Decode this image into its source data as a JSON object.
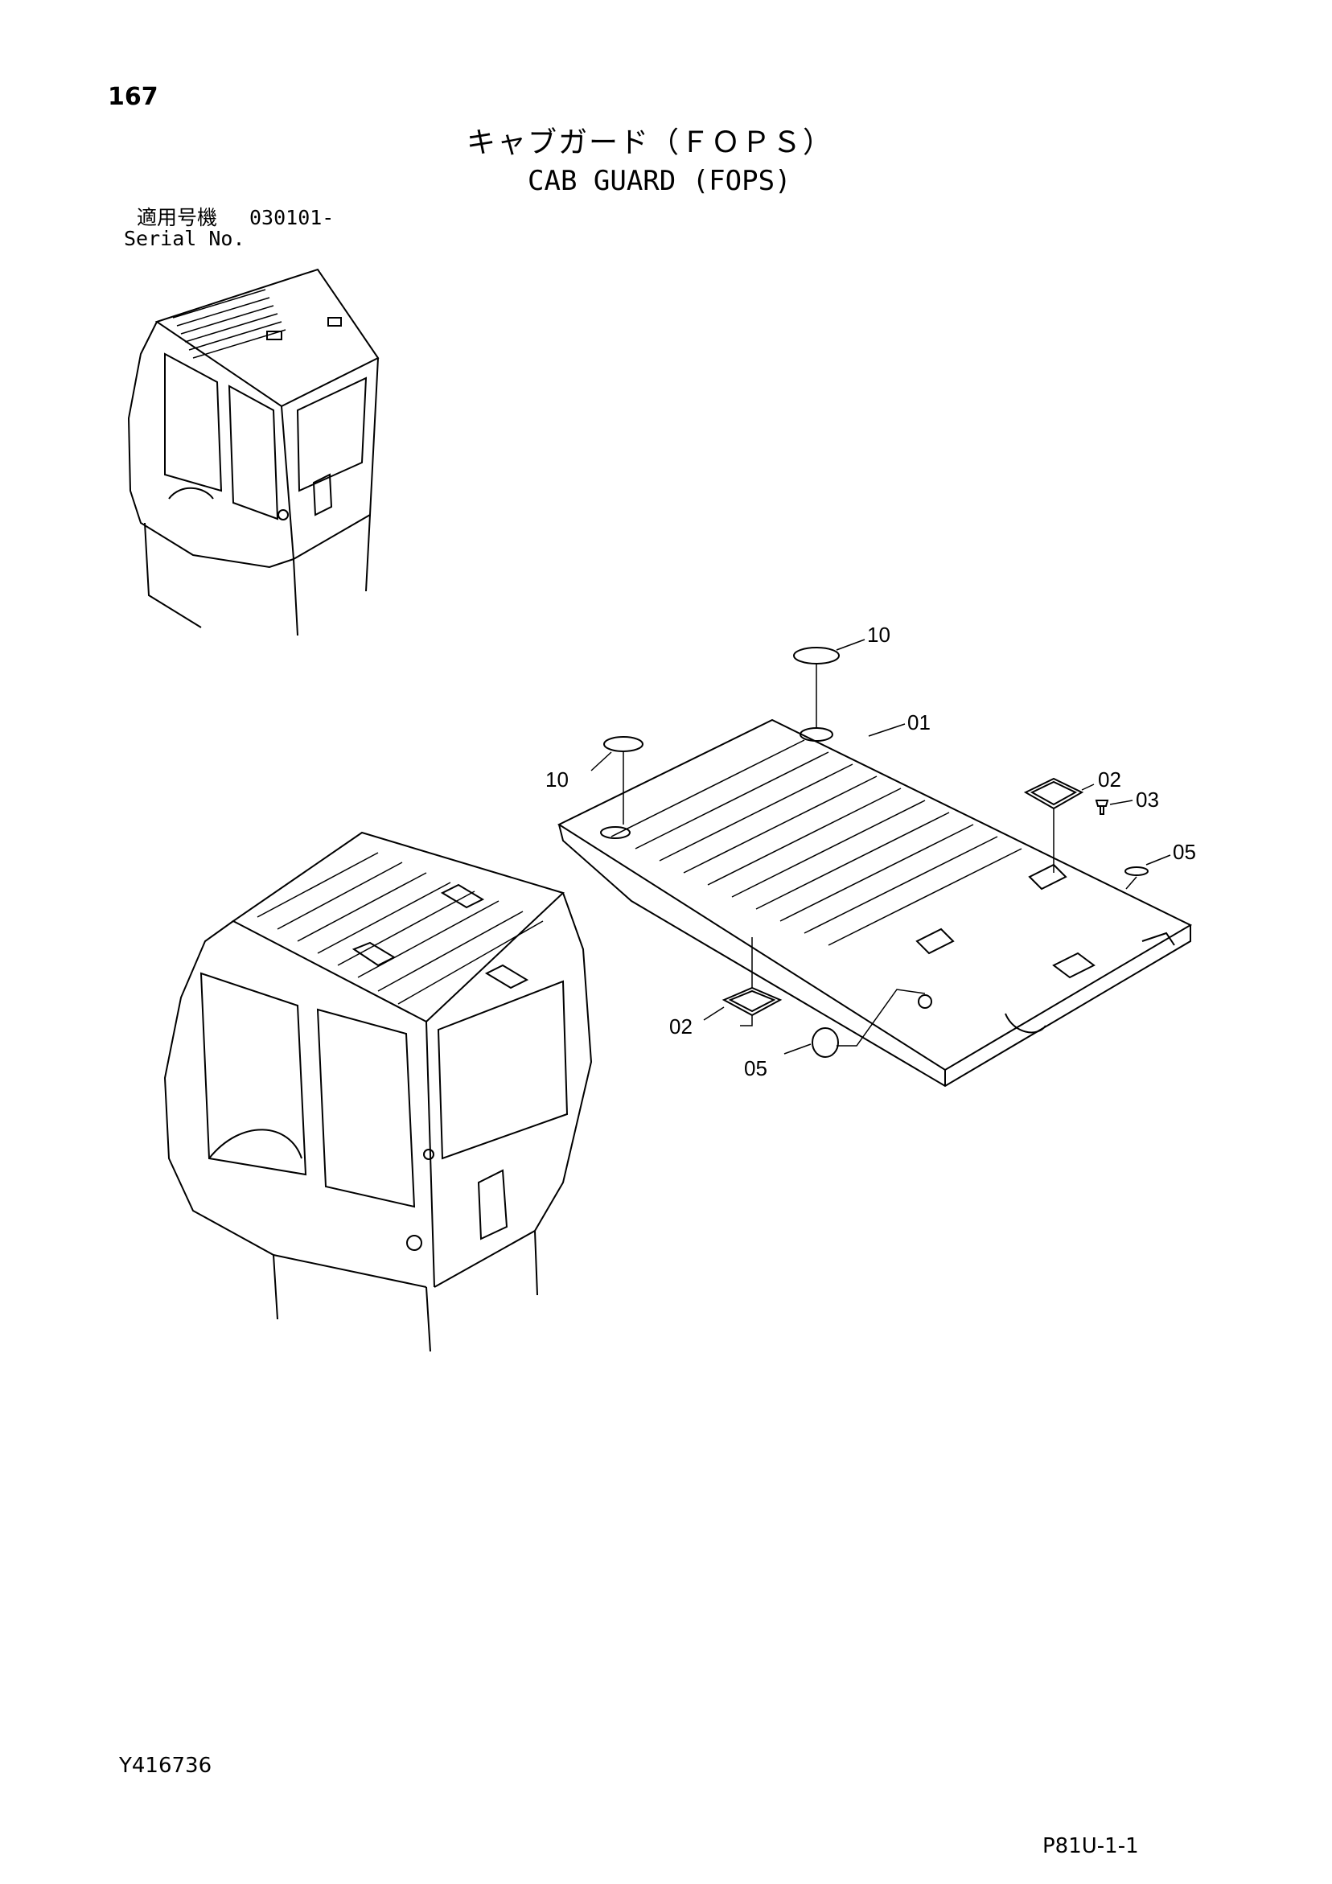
{
  "header": {
    "page_number": "167",
    "title_jp": "キャブガード（ＦＯＰＳ）",
    "title_en": "CAB GUARD (FOPS)",
    "serial_label_jp": "適用号機",
    "serial_value": "030101-",
    "serial_label_en": "Serial No."
  },
  "callouts": [
    {
      "id": "c10a",
      "label": "10"
    },
    {
      "id": "c01",
      "label": "01"
    },
    {
      "id": "c10b",
      "label": "10"
    },
    {
      "id": "c02a",
      "label": "02"
    },
    {
      "id": "c03",
      "label": "03"
    },
    {
      "id": "c05a",
      "label": "05"
    },
    {
      "id": "c02b",
      "label": "02"
    },
    {
      "id": "c05b",
      "label": "05"
    }
  ],
  "footer": {
    "drawing_number": "Y416736",
    "page_ref": "P81U-1-1"
  }
}
